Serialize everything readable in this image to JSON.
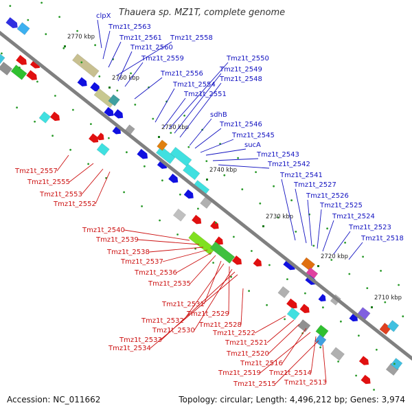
{
  "title": "Thauera sp. MZ1T, complete genome",
  "footer": {
    "accession": "Accession: NC_011662",
    "summary": "Topology: circular; Length: 4,496,212 bp; Genes: 3,974"
  },
  "colors": {
    "forward_label": "#1010c0",
    "reverse_label": "#cc1010",
    "backbone": "#808080",
    "tick": "#1a7a1a",
    "dot": "#2a9a2a"
  },
  "ticks": [
    {
      "label": "2770 kbp"
    },
    {
      "label": "2760 kbp"
    },
    {
      "label": "2750 kbp"
    },
    {
      "label": "2740 kbp"
    },
    {
      "label": "2730 kbp"
    },
    {
      "label": "2720 kbp"
    },
    {
      "label": "2710 kbp"
    }
  ],
  "forward_genes": [
    "clpX",
    "Tmz1t_2563",
    "Tmz1t_2561",
    "Tmz1t_2558",
    "Tmz1t_2560",
    "Tmz1t_2559",
    "Tmz1t_2556",
    "Tmz1t_2554",
    "Tmz1t_2551",
    "Tmz1t_2550",
    "Tmz1t_2549",
    "Tmz1t_2548",
    "sdhB",
    "Tmz1t_2546",
    "Tmz1t_2545",
    "sucA",
    "Tmz1t_2543",
    "Tmz1t_2542",
    "Tmz1t_2541",
    "Tmz1t_2527",
    "Tmz1t_2526",
    "Tmz1t_2525",
    "Tmz1t_2524",
    "Tmz1t_2523",
    "Tmz1t_2518"
  ],
  "reverse_genes": [
    "Tmz1t_2557",
    "Tmz1t_2555",
    "Tmz1t_2553",
    "Tmz1t_2552",
    "Tmz1t_2540",
    "Tmz1t_2539",
    "Tmz1t_2538",
    "Tmz1t_2537",
    "Tmz1t_2536",
    "Tmz1t_2535",
    "Tmz1t_2531",
    "Tmz1t_2532",
    "Tmz1t_2529",
    "Tmz1t_2530",
    "Tmz1t_2528",
    "Tmz1t_2533",
    "Tmz1t_2522",
    "Tmz1t_2534",
    "Tmz1t_2521",
    "Tmz1t_2520",
    "Tmz1t_2516",
    "Tmz1t_2519",
    "Tmz1t_2514",
    "Tmz1t_2515",
    "Tmz1t_2513"
  ]
}
